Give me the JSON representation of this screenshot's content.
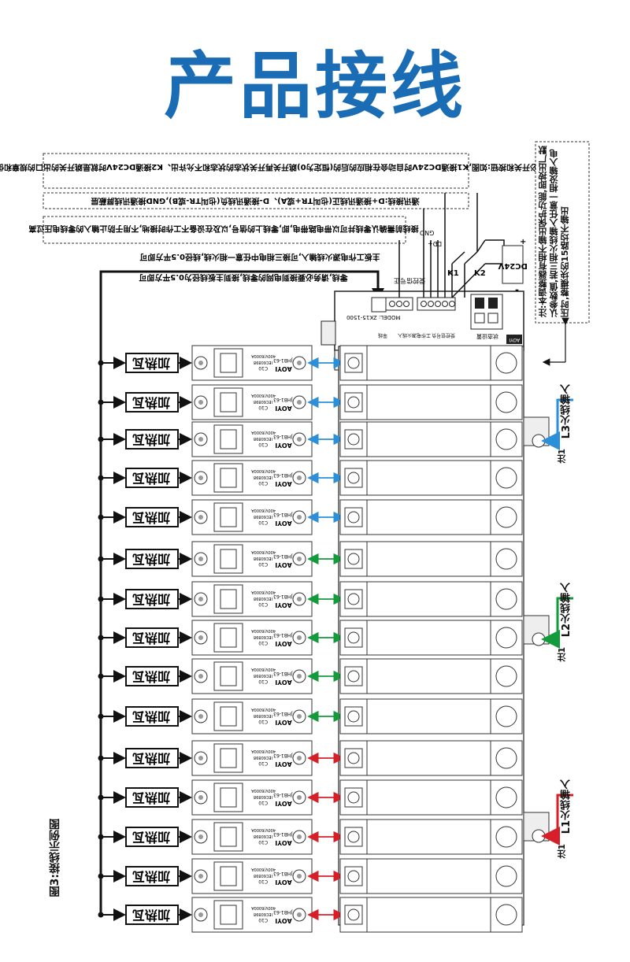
{
  "page": {
    "title": "产品接线",
    "caption": "图3:接线示例图"
  },
  "notes": {
    "top_note": "务必开关和按钮:如图,K1接通DC24V时自动会在相应的后的(恒定为0)跳开关再开关状态的状态和不允许出、K2接通DC24V时就是跳开关的出口的规章和供应出处。",
    "comm_note": "通讯接线:D+接通讯线正(也叫TR+或A)、D-接通讯线负(也叫TR-或B),GND接通讯线屏蔽层",
    "neutral_note": "接线前需确认零线并可以带电路带电,即,零线上的信号,以及在设备不工作时接地,不用于防止输入的零线电压过高",
    "side_note": "注:本调整器有相不输出保护功能,即按出厂默认参数值,若三相火线输入任意一相没输入电压时,整模块的15路均不输出",
    "main_neutral": "主板工作电源火线输入,可接三相电中任意一相火线,线径0.5平方即可",
    "neutral_bus": "零线,请务必要接到电网的零线,接到主板线径为0.5平方即可"
  },
  "controller": {
    "model": "MODEL:\nZK15-1500",
    "brand": "AOYI",
    "status_label": "状态设置",
    "power_label": "工作电源火线入",
    "zero_label": "零线",
    "signal_label": "受控信号正",
    "signal_neg": "受控信号负",
    "gnd": "GND",
    "dplus": "D+",
    "dminus": "D-",
    "k1": "K1",
    "k2": "K2",
    "supply": "DC24V",
    "plus": "+",
    "minus": "-"
  },
  "breaker": {
    "brand": "AOYI",
    "model": "JHB1-63",
    "rating": "C10",
    "std": "IEC60898",
    "spec": "400V/6000A"
  },
  "heater_label": "加热瓦",
  "phases": [
    {
      "name": "L3火线输入",
      "note": "注1",
      "color": "#2b8fd9"
    },
    {
      "name": "L2火线输入",
      "note": "注1",
      "color": "#139a3a"
    },
    {
      "name": "L1火线输入",
      "note": "注1",
      "color": "#d61f26"
    }
  ],
  "rows": [
    {
      "phase": 0
    },
    {
      "phase": 0
    },
    {
      "phase": 0
    },
    {
      "phase": 0
    },
    {
      "phase": 0
    },
    {
      "phase": 1
    },
    {
      "phase": 1
    },
    {
      "phase": 1
    },
    {
      "phase": 1
    },
    {
      "phase": 1
    },
    {
      "phase": 2
    },
    {
      "phase": 2
    },
    {
      "phase": 2
    },
    {
      "phase": 2
    },
    {
      "phase": 2
    }
  ]
}
